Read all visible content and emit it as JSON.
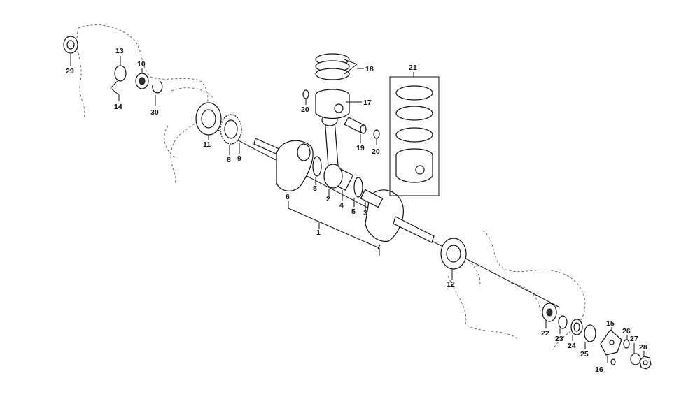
{
  "callouts": [
    {
      "id": "1",
      "text": "1"
    },
    {
      "id": "2",
      "text": "2"
    },
    {
      "id": "3",
      "text": "3"
    },
    {
      "id": "4",
      "text": "4"
    },
    {
      "id": "5a",
      "text": "5"
    },
    {
      "id": "5b",
      "text": "5"
    },
    {
      "id": "6",
      "text": "6"
    },
    {
      "id": "7",
      "text": "7"
    },
    {
      "id": "8",
      "text": "8"
    },
    {
      "id": "9",
      "text": "9"
    },
    {
      "id": "10",
      "text": "10"
    },
    {
      "id": "11",
      "text": "11"
    },
    {
      "id": "12",
      "text": "12"
    },
    {
      "id": "13",
      "text": "13"
    },
    {
      "id": "14",
      "text": "14"
    },
    {
      "id": "15",
      "text": "15"
    },
    {
      "id": "16",
      "text": "16"
    },
    {
      "id": "17",
      "text": "17"
    },
    {
      "id": "18",
      "text": "18"
    },
    {
      "id": "19",
      "text": "19"
    },
    {
      "id": "20a",
      "text": "20"
    },
    {
      "id": "20b",
      "text": "20"
    },
    {
      "id": "21",
      "text": "21"
    },
    {
      "id": "22",
      "text": "22"
    },
    {
      "id": "23",
      "text": "23"
    },
    {
      "id": "24",
      "text": "24"
    },
    {
      "id": "25",
      "text": "25"
    },
    {
      "id": "26",
      "text": "26"
    },
    {
      "id": "27",
      "text": "27"
    },
    {
      "id": "28",
      "text": "28"
    },
    {
      "id": "29",
      "text": "29"
    },
    {
      "id": "30",
      "text": "30"
    }
  ]
}
